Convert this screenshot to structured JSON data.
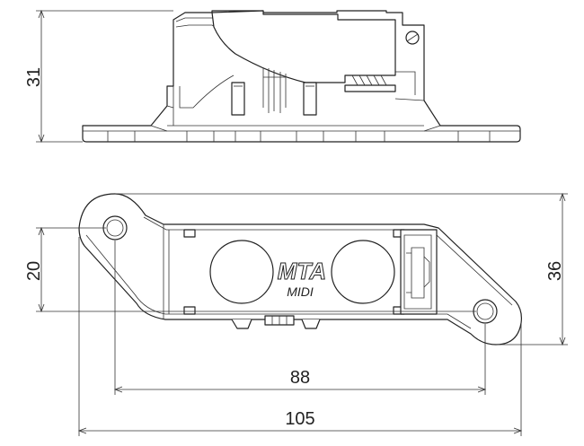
{
  "dimensions": {
    "height_side": "31",
    "hole_spacing_vertical": "20",
    "height_top": "36",
    "hole_spacing": "88",
    "overall_length": "105"
  },
  "logo": {
    "brand": "MTA",
    "sub": "MIDI"
  }
}
